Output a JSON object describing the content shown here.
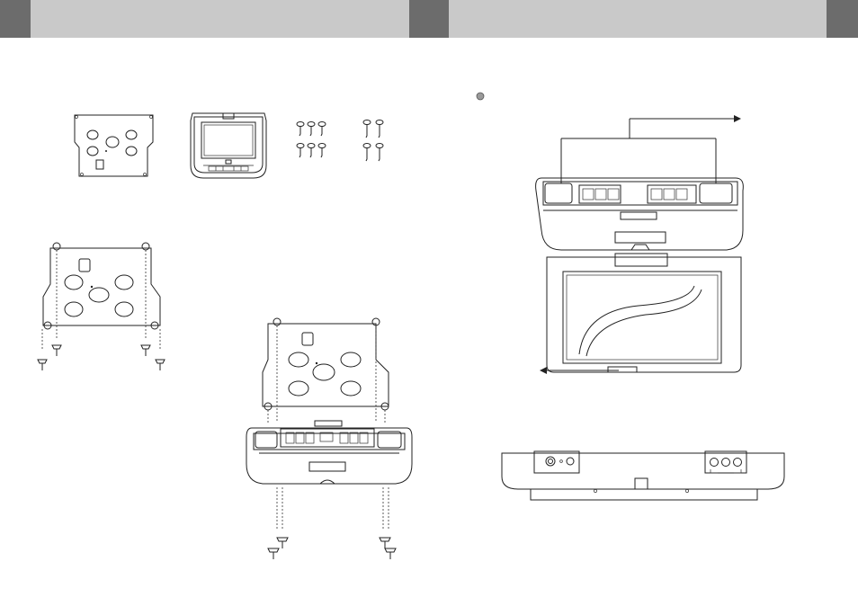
{
  "page": {
    "left_header": {},
    "right_header": {}
  },
  "bullet_icon": "bullet-dot-icon",
  "colors": {
    "header_bar": "#c9c9c9",
    "header_tab": "#6c6c6c",
    "line": "#222222",
    "bullet": "#9a9a9a"
  },
  "figures": [
    "mounting-plate",
    "monitor-unit-front",
    "short-screws",
    "long-screws",
    "plate-with-screws",
    "plate-over-unit-assembly",
    "unit-open-screen",
    "unit-side-panel"
  ]
}
